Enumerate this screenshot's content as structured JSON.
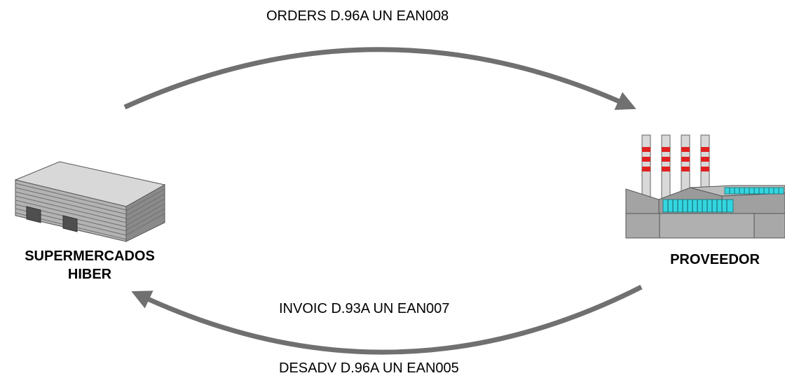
{
  "flows": {
    "orders": "ORDERS D.96A UN EAN008",
    "invoic": "INVOIC D.93A UN EAN007",
    "desadv": "DESADV D.96A UN EAN005"
  },
  "nodes": {
    "left": {
      "line1": "SUPERMERCADOS",
      "line2": "HIBER",
      "icon": "warehouse-icon"
    },
    "right": {
      "line1": "PROVEEDOR",
      "icon": "factory-icon"
    }
  },
  "colors": {
    "arrow": "#707070",
    "building": "#9a9a9a",
    "chimney_red": "#e02020",
    "window_cyan": "#33d6e0"
  }
}
